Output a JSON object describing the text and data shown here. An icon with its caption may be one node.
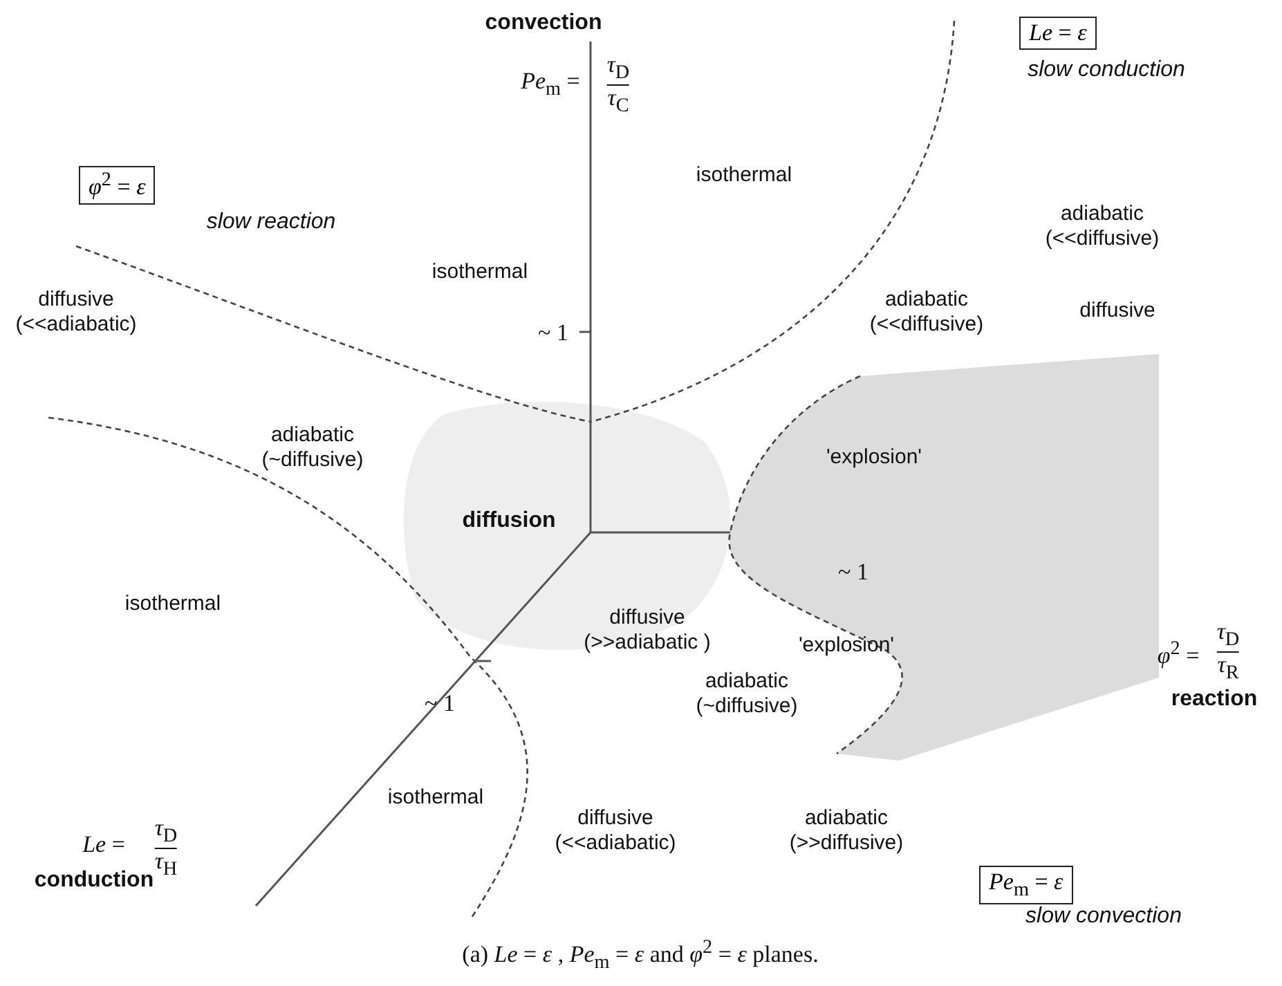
{
  "diagram": {
    "caption": "(a) *Le* = *ε* , *Pe*$_{m}$ = *ε* and *φ*$^{2}$ = *ε* planes.",
    "nodes": [
      {
        "text": [
          "*Le* = *ε*"
        ],
        "beside": [
          "slow conduction"
        ]
      },
      {
        "text": [
          "*φ*$^{2}$ = *ε*"
        ],
        "beside": [
          "slow reaction"
        ]
      },
      {
        "text": [
          "'explosion'",
          "'explosion'"
        ]
      },
      {
        "text": [
          "*Pe*$_{m}$ = *ε*"
        ],
        "beside": [
          "slow convection"
        ]
      }
    ],
    "labels": [
      "convection",
      "*Pe*$_{m}$ =",
      "*τ*$_{D}$",
      "*τ*$_{C}$",
      "isothermal",
      "isothermal",
      "adiabatic (<<diffusive)",
      "diffusive (<<adiabatic)",
      "~ 1",
      "adiabatic (<<diffusive)",
      "diffusive",
      "adiabatic (~diffusive)",
      "diffusion",
      "~ 1",
      "isothermal",
      "diffusive (>>adiabatic )",
      "*φ*$^{2}$ =",
      "*τ*$_{D}$",
      "*τ*$_{R}$",
      "reaction",
      "~ 1",
      "adiabatic (~diffusive)",
      "*Le* =",
      "*τ*$_{D}$",
      "*τ*$_{H}$",
      "isothermal",
      "diffusive (<<adiabatic)",
      "adiabatic (>>diffusive)",
      "conduction"
    ]
  }
}
